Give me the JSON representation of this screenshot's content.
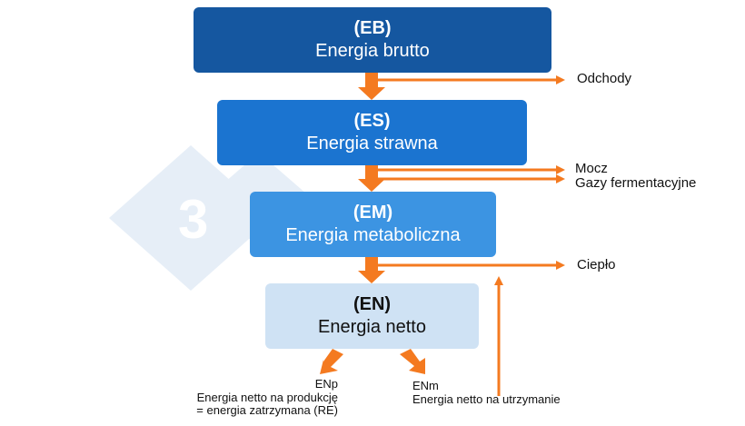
{
  "boxes": {
    "eb": {
      "abbr": "(EB)",
      "name": "Energia brutto"
    },
    "es": {
      "abbr": "(ES)",
      "name": "Energia strawna"
    },
    "em": {
      "abbr": "(EM)",
      "name": "Energia metaboliczna"
    },
    "en": {
      "abbr": "(EN)",
      "name": "Energia netto"
    }
  },
  "losses": {
    "odchody": "Odchody",
    "mocz": "Mocz",
    "gazy": "Gazy fermentacyjne",
    "cieplo": "Ciepło"
  },
  "outputs": {
    "enp": {
      "abbr": "ENp",
      "line1": "Energia netto na produkcję",
      "line2": "= energia zatrzymana (RE)"
    },
    "enm": {
      "abbr": "ENm",
      "line1": "Energia netto na utrzymanie"
    }
  },
  "watermark": {
    "text": "3"
  },
  "colors": {
    "arrow": "#f47a20",
    "eb": "#1557a0",
    "es": "#1b74d0",
    "em": "#3c94e2",
    "en": "#cfe2f4",
    "watermark": "#e4edf6"
  }
}
